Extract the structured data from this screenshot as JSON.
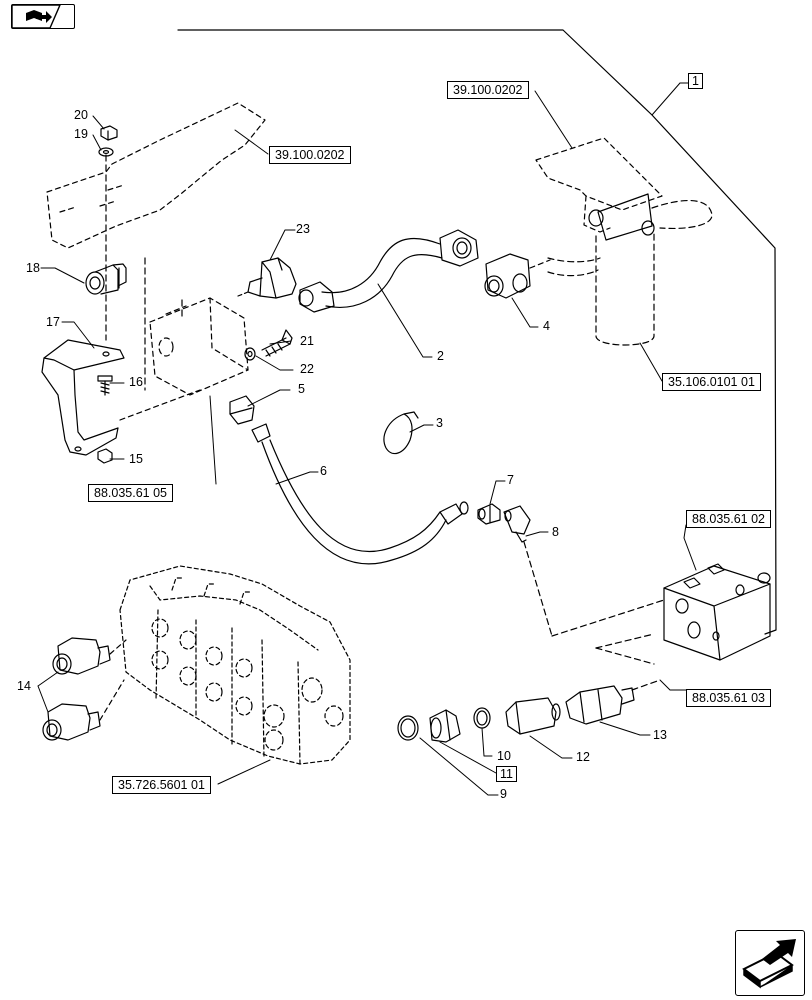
{
  "references": {
    "r_39_a": "39.100.0202",
    "r_39_b": "39.100.0202",
    "r_35_106": "35.106.0101 01",
    "r_88_05": "88.035.61 05",
    "r_88_02": "88.035.61 02",
    "r_88_03": "88.035.61 03",
    "r_35_726": "35.726.5601 01"
  },
  "callouts": {
    "c1": "1",
    "c2": "2",
    "c3": "3",
    "c4": "4",
    "c5": "5",
    "c6": "6",
    "c7": "7",
    "c8": "8",
    "c9": "9",
    "c10": "10",
    "c11": "11",
    "c12": "12",
    "c13": "13",
    "c14": "14",
    "c15": "15",
    "c16": "16",
    "c17": "17",
    "c18": "18",
    "c19": "19",
    "c20": "20",
    "c21": "21",
    "c22": "22",
    "c23": "23"
  },
  "icons": {
    "top_left": "book-arrow-icon",
    "bottom_right": "next-page-arrow-icon"
  }
}
